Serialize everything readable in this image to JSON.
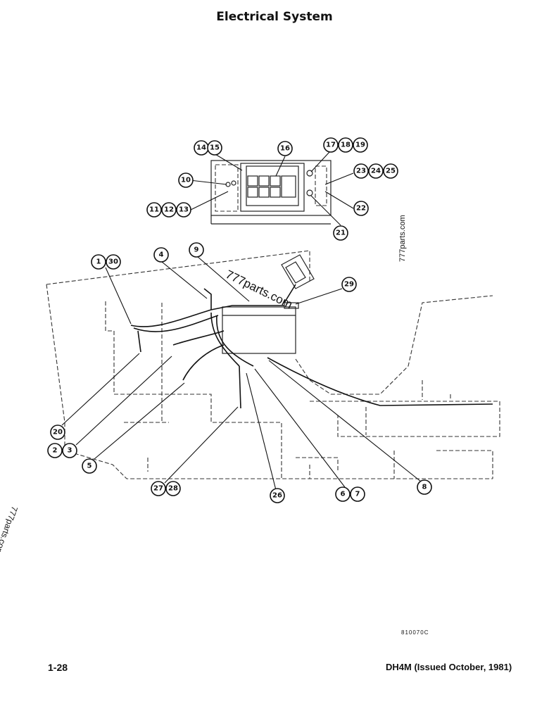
{
  "header": {
    "title": "Electrical System"
  },
  "callouts": {
    "c1": "1",
    "c2": "2",
    "c3": "3",
    "c4": "4",
    "c5": "5",
    "c6": "6",
    "c7": "7",
    "c8": "8",
    "c9": "9",
    "c10": "10",
    "c11": "11",
    "c12": "12",
    "c13": "13",
    "c14": "14",
    "c15": "15",
    "c16": "16",
    "c17": "17",
    "c18": "18",
    "c19": "19",
    "c20": "20",
    "c21": "21",
    "c22": "22",
    "c23": "23",
    "c24": "24",
    "c25": "25",
    "c26": "26",
    "c27": "27",
    "c28": "28",
    "c29": "29",
    "c30": "30"
  },
  "watermarks": {
    "right": "777parts.com",
    "left": "777parts.com",
    "diagonal": "777parts.com"
  },
  "drawing_number": "810070C",
  "footer": {
    "page": "1-28",
    "doc": "DH4M (Issued October, 1981)"
  }
}
